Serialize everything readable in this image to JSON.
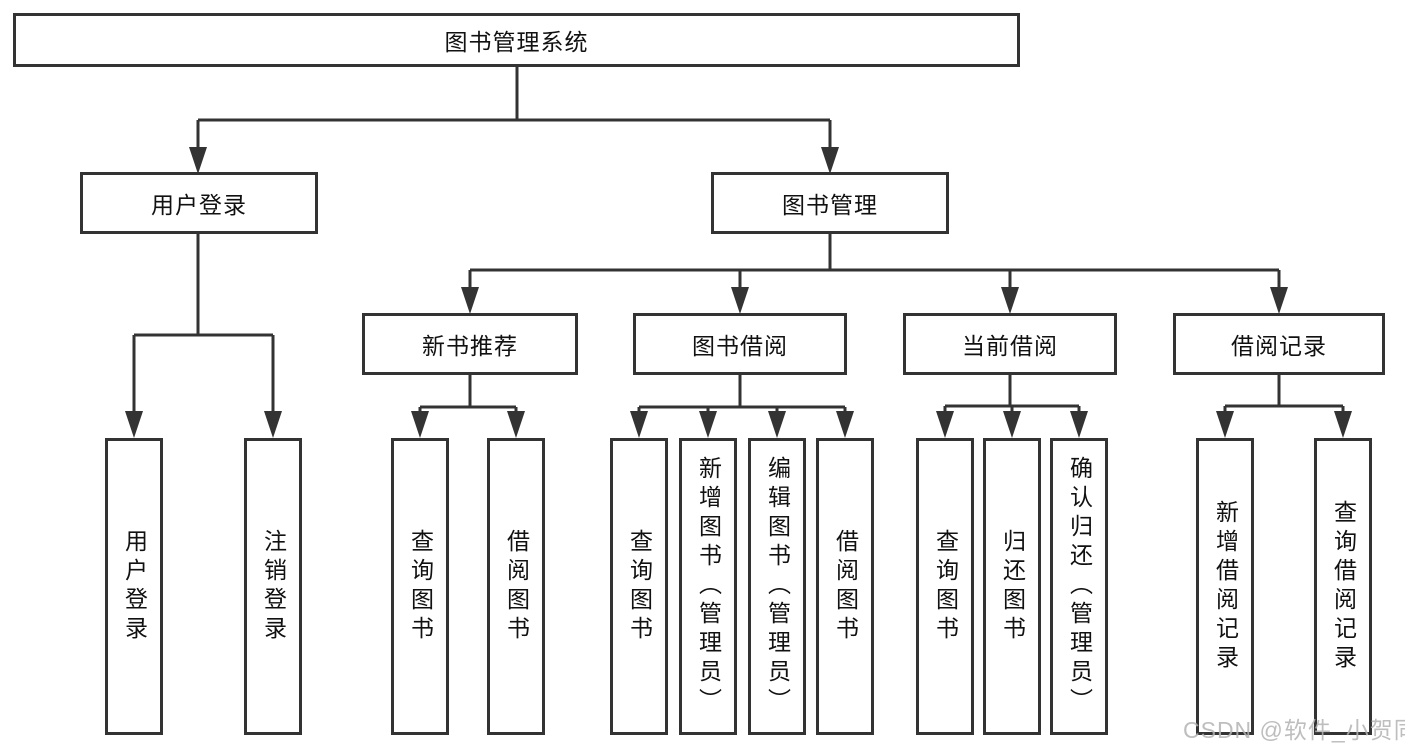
{
  "tree": {
    "label": "图书管理系统",
    "children": [
      {
        "label": "用户登录",
        "children": [
          {
            "label": "用户登录"
          },
          {
            "label": "注销登录"
          }
        ]
      },
      {
        "label": "图书管理",
        "children": [
          {
            "label": "新书推荐",
            "children": [
              {
                "label": "查询图书"
              },
              {
                "label": "借阅图书"
              }
            ]
          },
          {
            "label": "图书借阅",
            "children": [
              {
                "label": "查询图书"
              },
              {
                "label": "新增图书（管理员）"
              },
              {
                "label": "编辑图书（管理员）"
              },
              {
                "label": "借阅图书"
              }
            ]
          },
          {
            "label": "当前借阅",
            "children": [
              {
                "label": "查询图书"
              },
              {
                "label": "归还图书"
              },
              {
                "label": "确认归还（管理员）"
              }
            ]
          },
          {
            "label": "借阅记录",
            "children": [
              {
                "label": "新增借阅记录"
              },
              {
                "label": "查询借阅记录"
              }
            ]
          }
        ]
      }
    ]
  },
  "watermark": "CSDN @软件_小贺同学",
  "colors": {
    "line": "#333333",
    "box_border": "#333333",
    "text": "#111111",
    "background": "#ffffff",
    "watermark": "#b3b3b3"
  }
}
